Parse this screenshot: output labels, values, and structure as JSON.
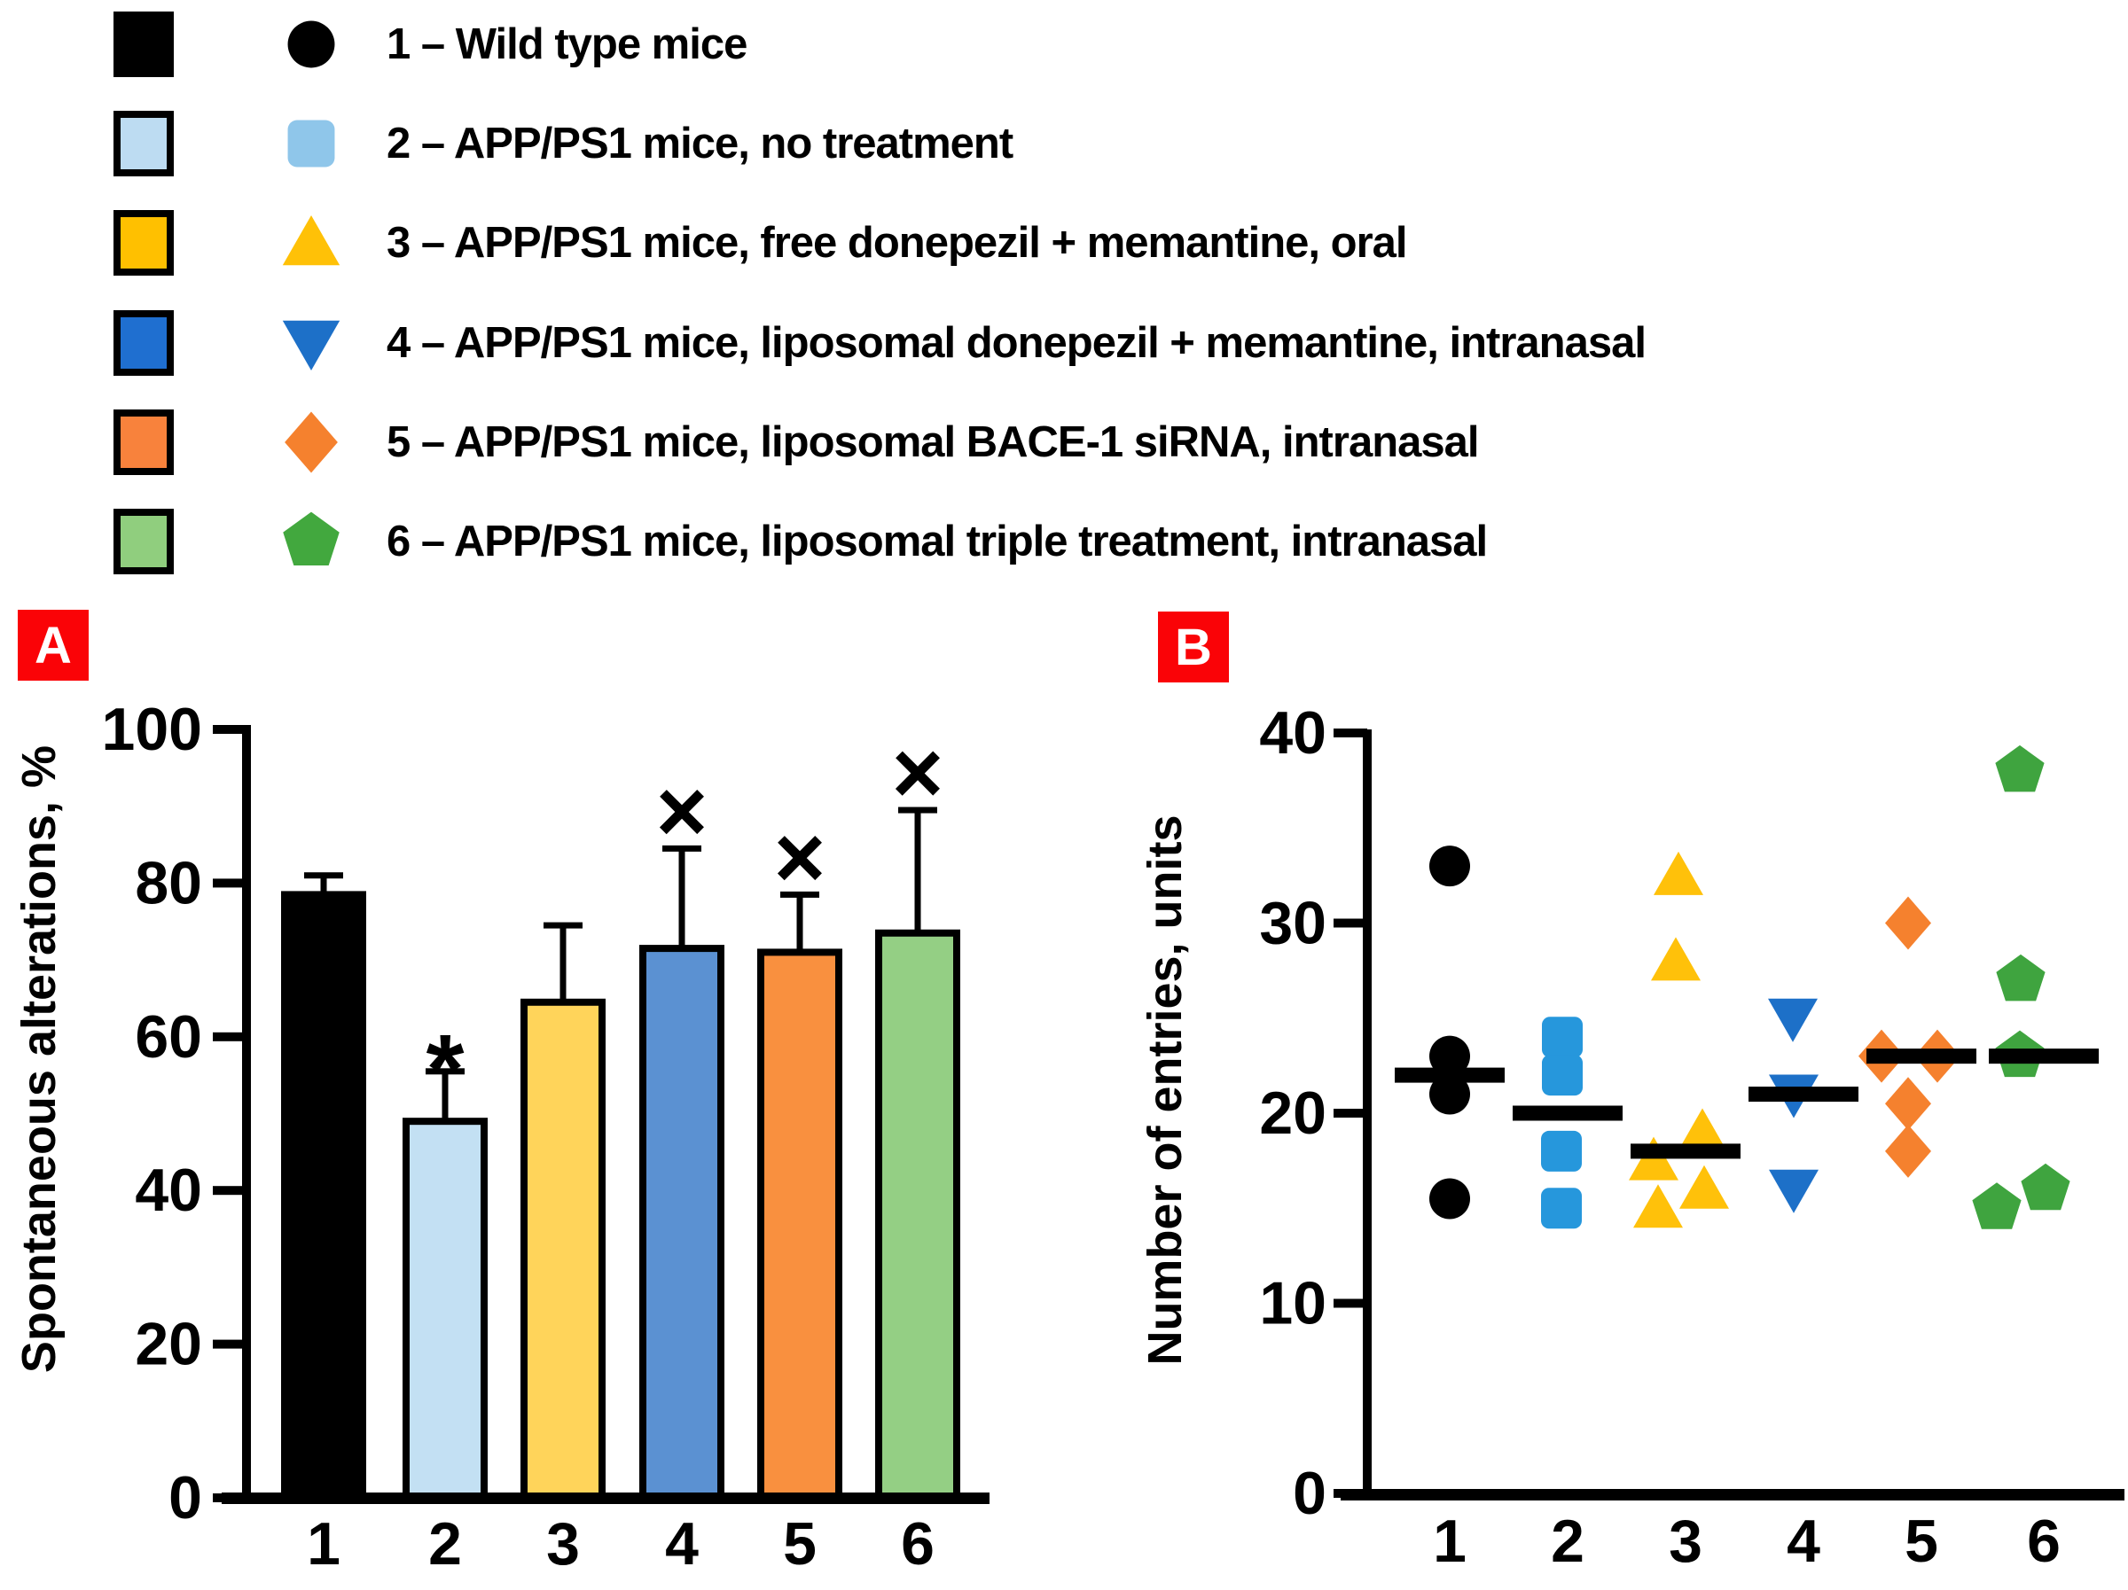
{
  "panel_labels": {
    "a": "A",
    "b": "B"
  },
  "badge_color": "#FA0307",
  "legend": {
    "items": [
      {
        "label": "1 – Wild type mice",
        "swatch_color": "#000000",
        "marker": "circle",
        "marker_color": "#000000"
      },
      {
        "label": "2 – APP/PS1 mice, no treatment",
        "swatch_color": "#BDDCF2",
        "marker": "square",
        "marker_color": "#8FC6EA"
      },
      {
        "label": "3 – APP/PS1 mice, free donepezil + memantine, oral",
        "swatch_color": "#FFC000",
        "marker": "triangle-up",
        "marker_color": "#FFC107"
      },
      {
        "label": "4 – APP/PS1 mice, liposomal donepezil + memantine, intranasal",
        "swatch_color": "#1F6FD0",
        "marker": "triangle-down",
        "marker_color": "#1D70C8"
      },
      {
        "label": "5 – APP/PS1 mice, liposomal BACE-1 siRNA, intranasal",
        "swatch_color": "#F8823C",
        "marker": "diamond",
        "marker_color": "#F5812E"
      },
      {
        "label": "6 – APP/PS1 mice, liposomal triple treatment, intranasal",
        "swatch_color": "#90CE7E",
        "marker": "pentagon",
        "marker_color": "#42A83E"
      }
    ]
  },
  "chart_data": [
    {
      "type": "bar",
      "panel": "A",
      "title": "",
      "xlabel": "",
      "ylabel": "Spontaneous alterations, %",
      "ylim": [
        0,
        100
      ],
      "yticks": [
        0,
        20,
        40,
        60,
        80,
        100
      ],
      "grid": false,
      "legend_position": "none",
      "categories": [
        "1",
        "2",
        "3",
        "4",
        "5",
        "6"
      ],
      "values": [
        78.5,
        49,
        64.5,
        71.5,
        71,
        73.5
      ],
      "error_plus": [
        2.5,
        6.5,
        10,
        13,
        7.5,
        16
      ],
      "annotations": [
        "",
        "*",
        "",
        "×",
        "×",
        "×"
      ],
      "bar_colors": [
        "#000000",
        "#C3E0F3",
        "#FFD45A",
        "#5B91D2",
        "#F9903F",
        "#94CF84"
      ],
      "bar_edge_color": "#000000"
    },
    {
      "type": "scatter",
      "panel": "B",
      "title": "",
      "xlabel": "",
      "ylabel": "Number of entries, units",
      "ylim": [
        0,
        40
      ],
      "yticks": [
        0,
        10,
        20,
        30,
        40
      ],
      "grid": false,
      "legend_position": "none",
      "categories": [
        "1",
        "2",
        "3",
        "4",
        "5",
        "6"
      ],
      "groups": [
        {
          "category": "1",
          "marker": "circle",
          "color": "#000000",
          "median": 22,
          "points": [
            {
              "y": 33,
              "dx": 0
            },
            {
              "y": 23,
              "dx": 0
            },
            {
              "y": 21,
              "dx": 0
            },
            {
              "y": 15.5,
              "dx": 0
            }
          ]
        },
        {
          "category": "2",
          "marker": "square",
          "color": "#2697DC",
          "median": 20,
          "points": [
            {
              "y": 24,
              "dx": -6
            },
            {
              "y": 22,
              "dx": -6
            },
            {
              "y": 18,
              "dx": -7
            },
            {
              "y": 15,
              "dx": -7
            }
          ]
        },
        {
          "category": "3",
          "marker": "triangle-up",
          "color": "#FFC10A",
          "median": 18,
          "points": [
            {
              "y": 32.5,
              "dx": -8
            },
            {
              "y": 28,
              "dx": -11
            },
            {
              "y": 19,
              "dx": 19
            },
            {
              "y": 17.5,
              "dx": -36
            },
            {
              "y": 16,
              "dx": 21
            },
            {
              "y": 15,
              "dx": -31
            }
          ]
        },
        {
          "category": "4",
          "marker": "triangle-down",
          "color": "#1D70C8",
          "median": 21,
          "points": [
            {
              "y": 25,
              "dx": -12
            },
            {
              "y": 21,
              "dx": -11
            },
            {
              "y": 16,
              "dx": -11
            }
          ]
        },
        {
          "category": "5",
          "marker": "diamond",
          "color": "#F5812E",
          "median": 23,
          "points": [
            {
              "y": 30,
              "dx": -15
            },
            {
              "y": 23,
              "dx": -45
            },
            {
              "y": 23,
              "dx": 18
            },
            {
              "y": 20.5,
              "dx": -15
            },
            {
              "y": 18,
              "dx": -15
            }
          ]
        },
        {
          "category": "6",
          "marker": "pentagon",
          "color": "#3FA43F",
          "median": 23,
          "points": [
            {
              "y": 38,
              "dx": -27
            },
            {
              "y": 27,
              "dx": -26
            },
            {
              "y": 23,
              "dx": -27
            },
            {
              "y": 16,
              "dx": 2
            },
            {
              "y": 15,
              "dx": -53
            }
          ]
        }
      ]
    }
  ]
}
